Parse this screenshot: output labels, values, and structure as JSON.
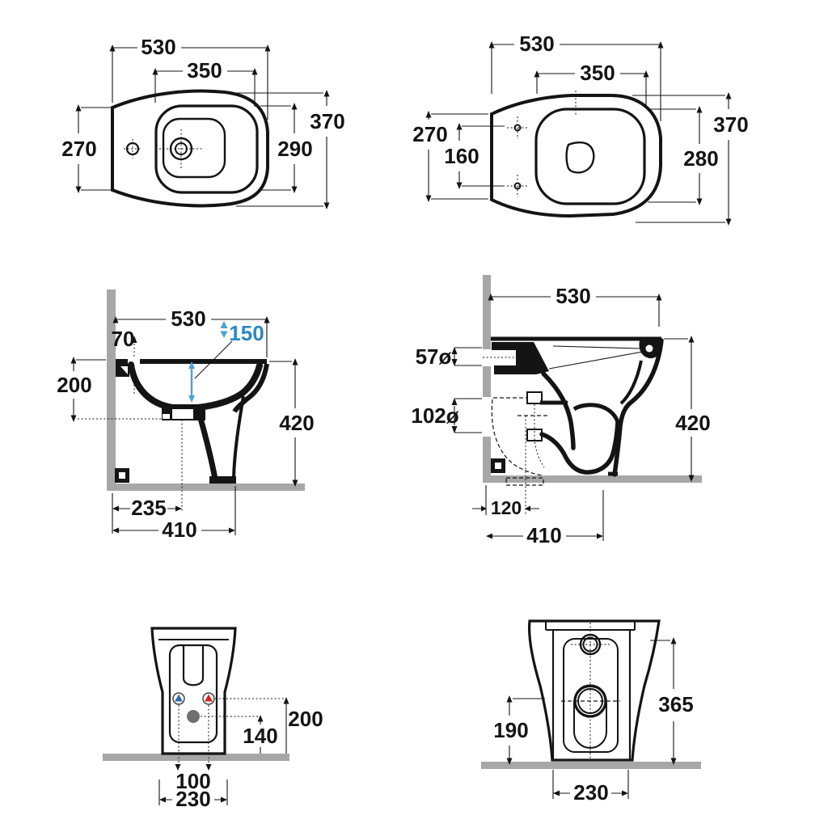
{
  "colors": {
    "ink": "#141414",
    "wall_floor_gray": "#a7a7a7",
    "dimension_blue": "#2e86c5",
    "blue_arrow": "#4aa3d9",
    "cold_water_marker": "#2e6db4",
    "hot_water_marker": "#d8231f",
    "drain_gray": "#6f6f6f"
  },
  "views": {
    "bidet_top": {
      "width": "530",
      "inner_width": "350",
      "rear_width": "270",
      "depth": "370",
      "inner_depth": "290"
    },
    "wc_top": {
      "width": "530",
      "inner_width": "350",
      "rear_width": "270",
      "fixing_spacing": "160",
      "depth": "370",
      "inner_depth": "280"
    },
    "bidet_side": {
      "length": "530",
      "tap_offset": "70",
      "water_height": "150",
      "rim_to_drain": "200",
      "height": "420",
      "drain_offset": "235",
      "base_length": "410"
    },
    "wc_side": {
      "length": "530",
      "inlet_diameter": "57ø",
      "outlet_diameter": "102ø",
      "height": "420",
      "outlet_offset": "120",
      "base_length": "410"
    },
    "bidet_back": {
      "tap_height": "200",
      "drain_height": "140",
      "fixing_spacing": "100",
      "base_width": "230"
    },
    "wc_back": {
      "inlet_height": "365",
      "outlet_height": "190",
      "base_width": "230"
    }
  }
}
